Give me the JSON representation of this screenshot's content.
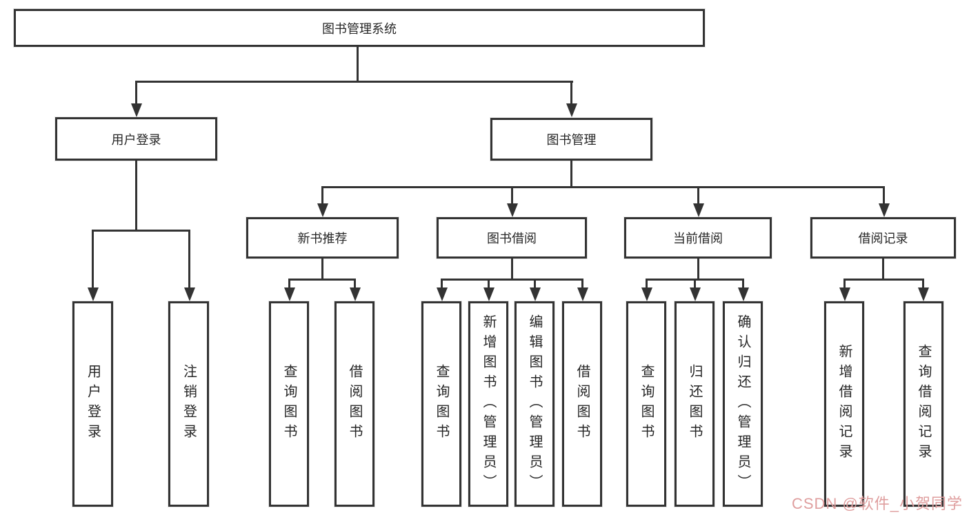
{
  "diagram": {
    "title": "图书管理系统",
    "level2": [
      {
        "label": "用户登录",
        "children": [
          {
            "label": "用户登录"
          },
          {
            "label": "注销登录"
          }
        ]
      },
      {
        "label": "图书管理"
      }
    ],
    "level3": [
      {
        "label": "新书推荐",
        "children": [
          {
            "label": "查询图书"
          },
          {
            "label": "借阅图书"
          }
        ]
      },
      {
        "label": "图书借阅",
        "children": [
          {
            "label": "查询图书"
          },
          {
            "label": "新增图书（管理员）"
          },
          {
            "label": "编辑图书（管理员）"
          },
          {
            "label": "借阅图书"
          }
        ]
      },
      {
        "label": "当前借阅",
        "children": [
          {
            "label": "查询图书"
          },
          {
            "label": "归还图书"
          },
          {
            "label": "确认归还（管理员）"
          }
        ]
      },
      {
        "label": "借阅记录",
        "children": [
          {
            "label": "新增借阅记录"
          },
          {
            "label": "查询借阅记录"
          }
        ]
      }
    ]
  },
  "watermark": {
    "text": "CSDN @软件_小贺同学",
    "color": "#df9e9e"
  },
  "colors": {
    "line": "#333333",
    "node_border": "#333333",
    "text": "#262626",
    "background": "#ffffff"
  }
}
